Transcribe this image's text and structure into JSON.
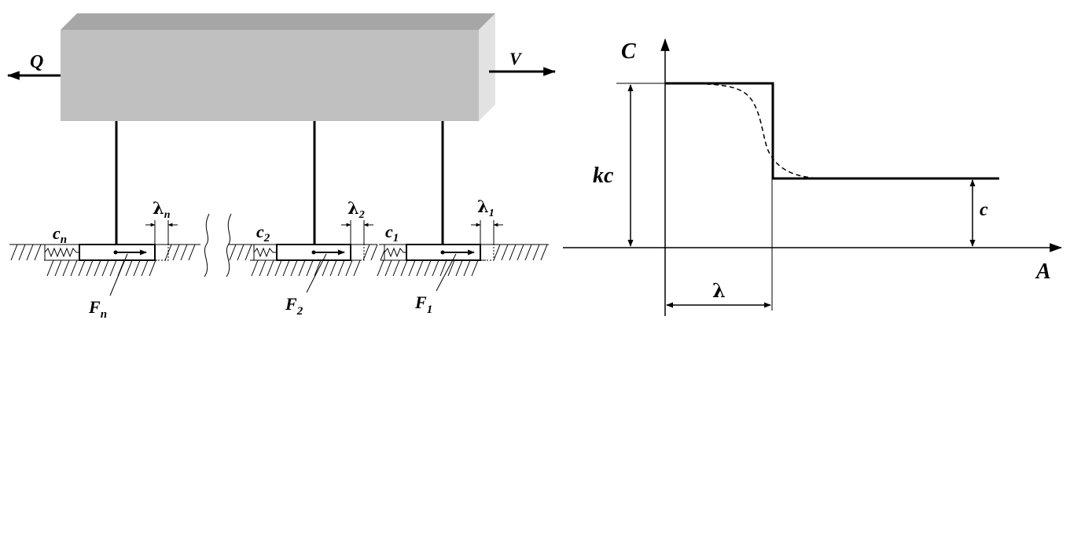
{
  "diagram": {
    "force_label": "Q",
    "velocity_label": "V",
    "contacts": [
      {
        "stiffness": "c",
        "stiffness_sub": "n",
        "gap": "λ",
        "gap_sub": "n",
        "friction": "F",
        "friction_sub": "n"
      },
      {
        "stiffness": "c",
        "stiffness_sub": "2",
        "gap": "λ",
        "gap_sub": "2",
        "friction": "F",
        "friction_sub": "2"
      },
      {
        "stiffness": "c",
        "stiffness_sub": "1",
        "gap": "λ",
        "gap_sub": "1",
        "friction": "F",
        "friction_sub": "1"
      }
    ]
  },
  "graph": {
    "y_axis_label": "C",
    "x_axis_label": "A",
    "high_level_label": "kc",
    "low_level_label": "c",
    "step_width_label": "λ"
  },
  "colors": {
    "body_front": "#c0c0c0",
    "body_top": "#a6a6a6",
    "body_side": "#e2e2e2",
    "ink": "#000000"
  }
}
